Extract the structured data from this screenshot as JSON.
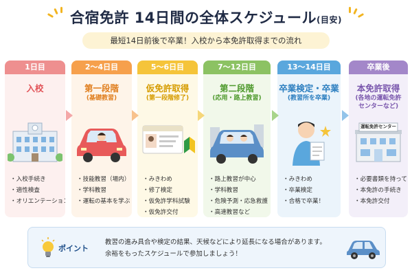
{
  "header": {
    "title": "合宿免許 14日間の全体スケジュール",
    "title_suffix": "(目安)",
    "subtitle": "最短14日前後で卒業！入校から本免許取得までの流れ"
  },
  "stages": [
    {
      "day": "1日目",
      "title": "入校",
      "sub_lines": [],
      "items": [
        "入校手続き",
        "適性検査",
        "オリエンテーション"
      ],
      "icon": "school-building-icon",
      "head_color": "#ee8f8f",
      "body_color": "#fdf0ef",
      "title_color": "#e2555a"
    },
    {
      "day": "2～4日目",
      "title": "第一段階",
      "sub_lines": [
        "(基礎教習)"
      ],
      "items": [
        "技能教習（場内）",
        "学科教習",
        "運転の基本を学ぶ"
      ],
      "icon": "car-driver-icon",
      "head_color": "#f6a04c",
      "body_color": "#fef4e9",
      "title_color": "#e07f1f"
    },
    {
      "day": "5～6日目",
      "title": "仮免許取得",
      "sub_lines": [
        "(第一段階修了)"
      ],
      "items": [
        "みきわめ",
        "修了検定",
        "仮免許学科試験",
        "仮免許交付"
      ],
      "icon": "license-card-icon",
      "head_color": "#f5c43a",
      "body_color": "#fef9e6",
      "title_color": "#d69c00"
    },
    {
      "day": "7～12日目",
      "title": "第二段階",
      "sub_lines": [
        "(応用・路上教習)"
      ],
      "items": [
        "路上教習が中心",
        "学科教習",
        "危険予測・応急救護",
        "高速教習など"
      ],
      "icon": "car-road-icon",
      "head_color": "#8cc263",
      "body_color": "#f1f8ea",
      "title_color": "#4f9a2e"
    },
    {
      "day": "13～14日目",
      "title": "卒業検定・卒業",
      "sub_lines": [
        "(教習所を卒業)"
      ],
      "items": [
        "みきわめ",
        "卒業検定",
        "合格で卒業！"
      ],
      "icon": "graduate-person-icon",
      "head_color": "#5aa7dd",
      "body_color": "#ebf4fb",
      "title_color": "#2d7fc0"
    },
    {
      "day": "卒業後",
      "title": "本免許取得",
      "sub_lines": [
        "(各地の運転免許",
        "センターなど)"
      ],
      "items": [
        "必要書類を持って",
        "本免許の手続き",
        "本免許交付"
      ],
      "icon": "license-center-icon",
      "sign": "運転免許センター",
      "head_color": "#a387c9",
      "body_color": "#f3eff9",
      "title_color": "#7a57ad"
    }
  ],
  "arrow_colors": [
    "#f4a8a8",
    "#f8c28c",
    "#f5d77a",
    "#a8d48a",
    "#93c4ea"
  ],
  "point": {
    "label": "ポイント",
    "lines": [
      "教習の進み具合や検定の結果、天候などにより延長になる場合があります。",
      "余裕をもったスケジュールで参加しましょう！"
    ]
  }
}
